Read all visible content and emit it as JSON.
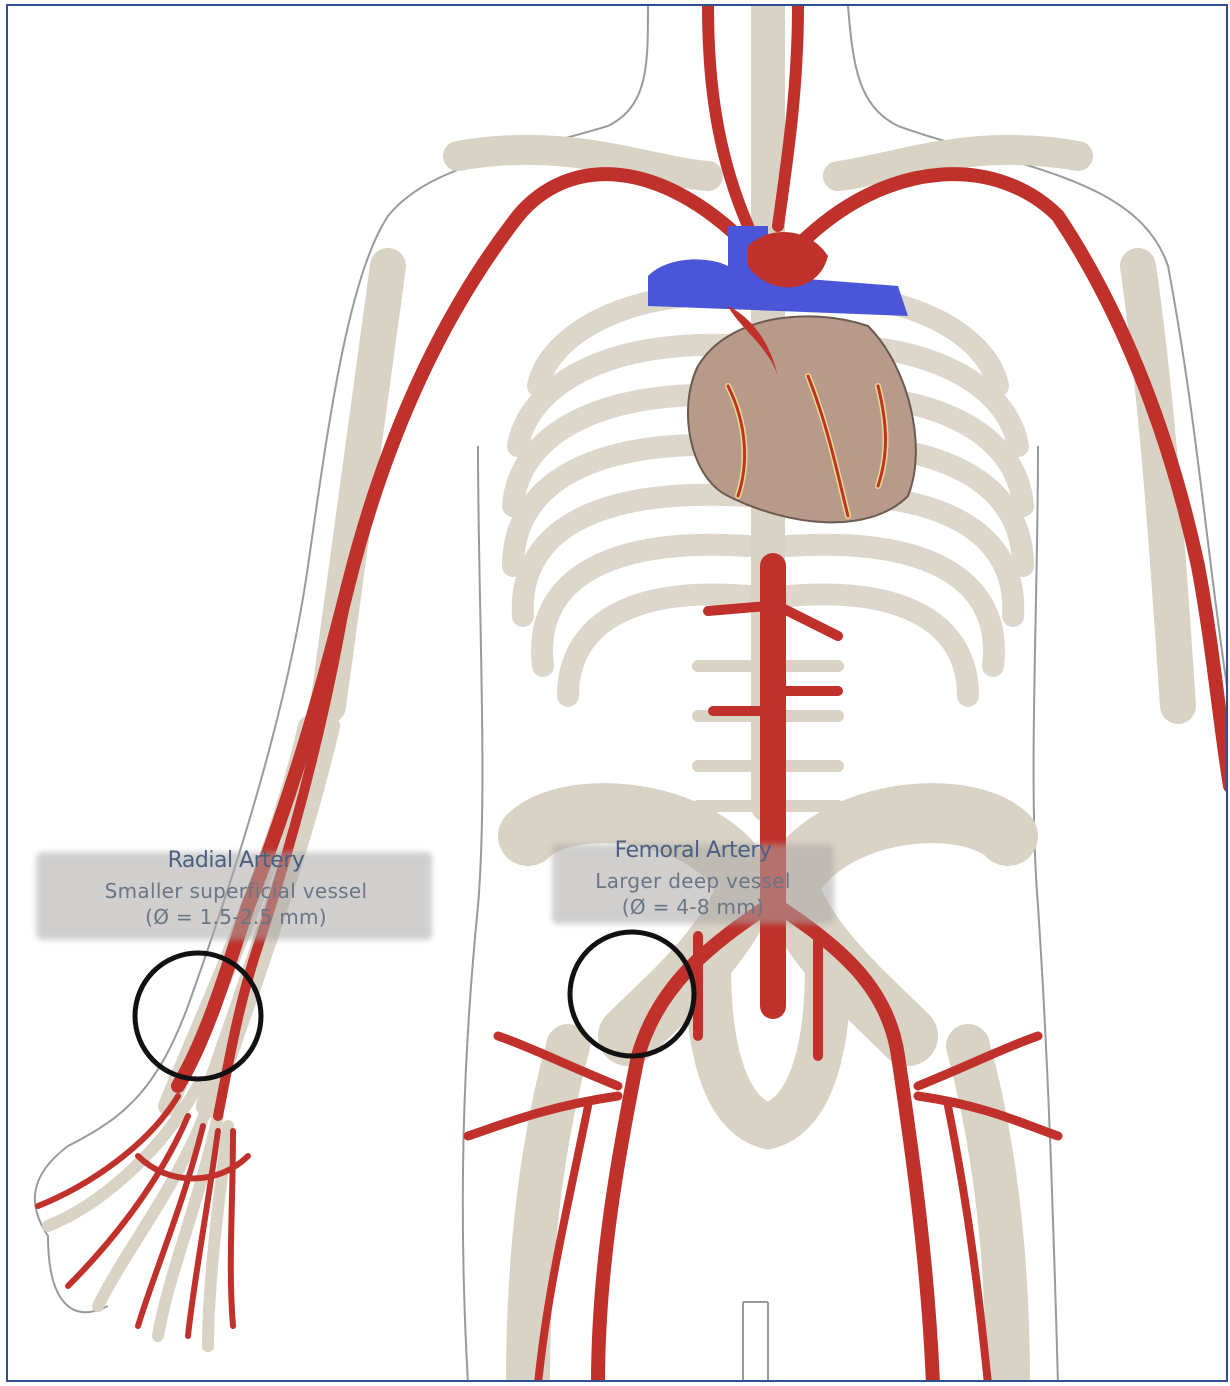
{
  "labels": {
    "radial": {
      "title": "Radial Artery",
      "description": "Smaller superficial vessel",
      "diameter": "(Ø = 1.5-2.5 mm)"
    },
    "femoral": {
      "title": "Femoral Artery",
      "description": "Larger deep vessel",
      "diameter": "(Ø = 4-8 mm)"
    }
  },
  "colors": {
    "artery": "#c0312c",
    "vein": "#4a55d8",
    "bone": "#d8d2c4",
    "heart": "#b89a8a",
    "circle": "#111111",
    "frame": "#2f4f8f"
  }
}
